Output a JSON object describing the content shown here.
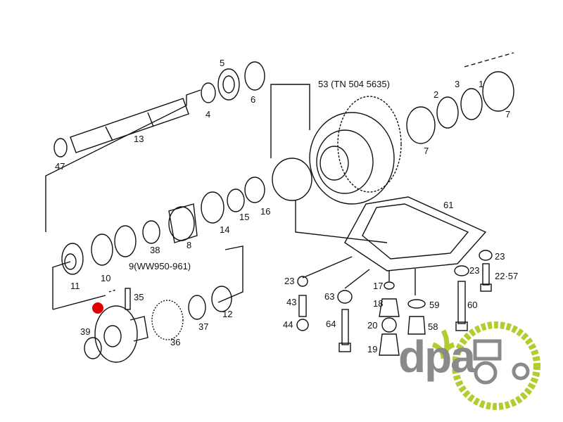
{
  "diagram": {
    "callouts": [
      {
        "id": "5",
        "text": "5"
      },
      {
        "id": "4",
        "text": "4"
      },
      {
        "id": "6",
        "text": "6"
      },
      {
        "id": "13",
        "text": "13"
      },
      {
        "id": "47",
        "text": "47"
      },
      {
        "id": "53",
        "text": "53 (TN 504 5635)"
      },
      {
        "id": "2",
        "text": "2"
      },
      {
        "id": "3",
        "text": "3"
      },
      {
        "id": "1",
        "text": "1"
      },
      {
        "id": "7a",
        "text": "7"
      },
      {
        "id": "7b",
        "text": "7"
      },
      {
        "id": "61",
        "text": "61"
      },
      {
        "id": "16",
        "text": "16"
      },
      {
        "id": "15",
        "text": "15"
      },
      {
        "id": "14",
        "text": "14"
      },
      {
        "id": "8",
        "text": "8"
      },
      {
        "id": "38",
        "text": "38"
      },
      {
        "id": "10",
        "text": "10"
      },
      {
        "id": "11",
        "text": "11"
      },
      {
        "id": "9",
        "text": "9(WW950-961)"
      },
      {
        "id": "35",
        "text": "35"
      },
      {
        "id": "12",
        "text": "12"
      },
      {
        "id": "37",
        "text": "37"
      },
      {
        "id": "36",
        "text": "36"
      },
      {
        "id": "39",
        "text": "39"
      },
      {
        "id": "23a",
        "text": "23"
      },
      {
        "id": "43",
        "text": "43"
      },
      {
        "id": "44",
        "text": "44"
      },
      {
        "id": "63",
        "text": "63"
      },
      {
        "id": "64",
        "text": "64"
      },
      {
        "id": "17",
        "text": "17"
      },
      {
        "id": "18",
        "text": "18"
      },
      {
        "id": "20",
        "text": "20"
      },
      {
        "id": "19",
        "text": "19"
      },
      {
        "id": "59",
        "text": "59"
      },
      {
        "id": "58",
        "text": "58"
      },
      {
        "id": "60",
        "text": "60"
      },
      {
        "id": "23b",
        "text": "23"
      },
      {
        "id": "23c",
        "text": "23"
      },
      {
        "id": "22",
        "text": "22·57"
      }
    ],
    "colors": {
      "line": "#111111",
      "marker": "#e00000",
      "logo_green": "#b5cc2e",
      "logo_gray": "#8a8a8a"
    }
  },
  "logo": {
    "text": "dpa"
  }
}
